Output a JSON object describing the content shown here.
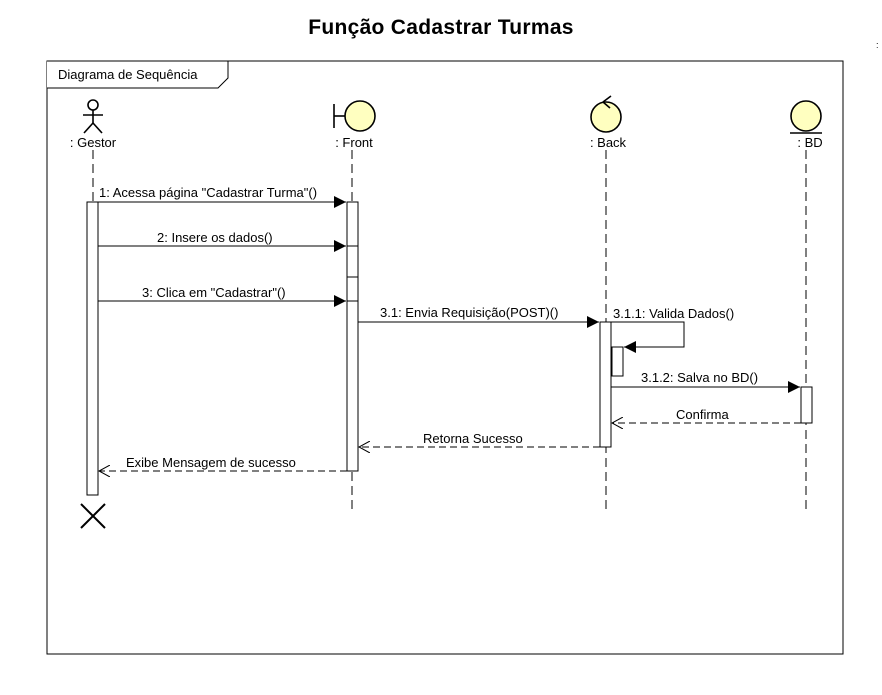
{
  "title": "Função Cadastrar Turmas",
  "stray_mark": ":",
  "frame": {
    "label": "Diagrama de Sequência"
  },
  "lifelines": [
    {
      "id": "gestor",
      "type": "actor",
      "label": ": Gestor"
    },
    {
      "id": "front",
      "type": "boundary",
      "label": ": Front"
    },
    {
      "id": "back",
      "type": "control",
      "label": ": Back"
    },
    {
      "id": "bd",
      "type": "entity",
      "label": ": BD"
    }
  ],
  "messages": [
    {
      "from": "gestor",
      "to": "front",
      "kind": "sync",
      "label": "1: Acessa página \"Cadastrar Turma\"()"
    },
    {
      "from": "gestor",
      "to": "front",
      "kind": "sync",
      "label": "2: Insere os dados()"
    },
    {
      "from": "gestor",
      "to": "front",
      "kind": "sync",
      "label": "3: Clica em \"Cadastrar\"()"
    },
    {
      "from": "front",
      "to": "back",
      "kind": "sync",
      "label": "3.1: Envia Requisição(POST)()"
    },
    {
      "from": "back",
      "to": "back",
      "kind": "self",
      "label": "3.1.1: Valida Dados()"
    },
    {
      "from": "back",
      "to": "bd",
      "kind": "sync",
      "label": "3.1.2: Salva no BD()"
    },
    {
      "from": "bd",
      "to": "back",
      "kind": "return",
      "label": "Confirma"
    },
    {
      "from": "back",
      "to": "front",
      "kind": "return",
      "label": "Retorna Sucesso"
    },
    {
      "from": "front",
      "to": "gestor",
      "kind": "return",
      "label": "Exibe Mensagem de sucesso"
    }
  ],
  "colors": {
    "symbol_fill": "#ffffc0",
    "line": "#000000",
    "background": "#ffffff"
  }
}
